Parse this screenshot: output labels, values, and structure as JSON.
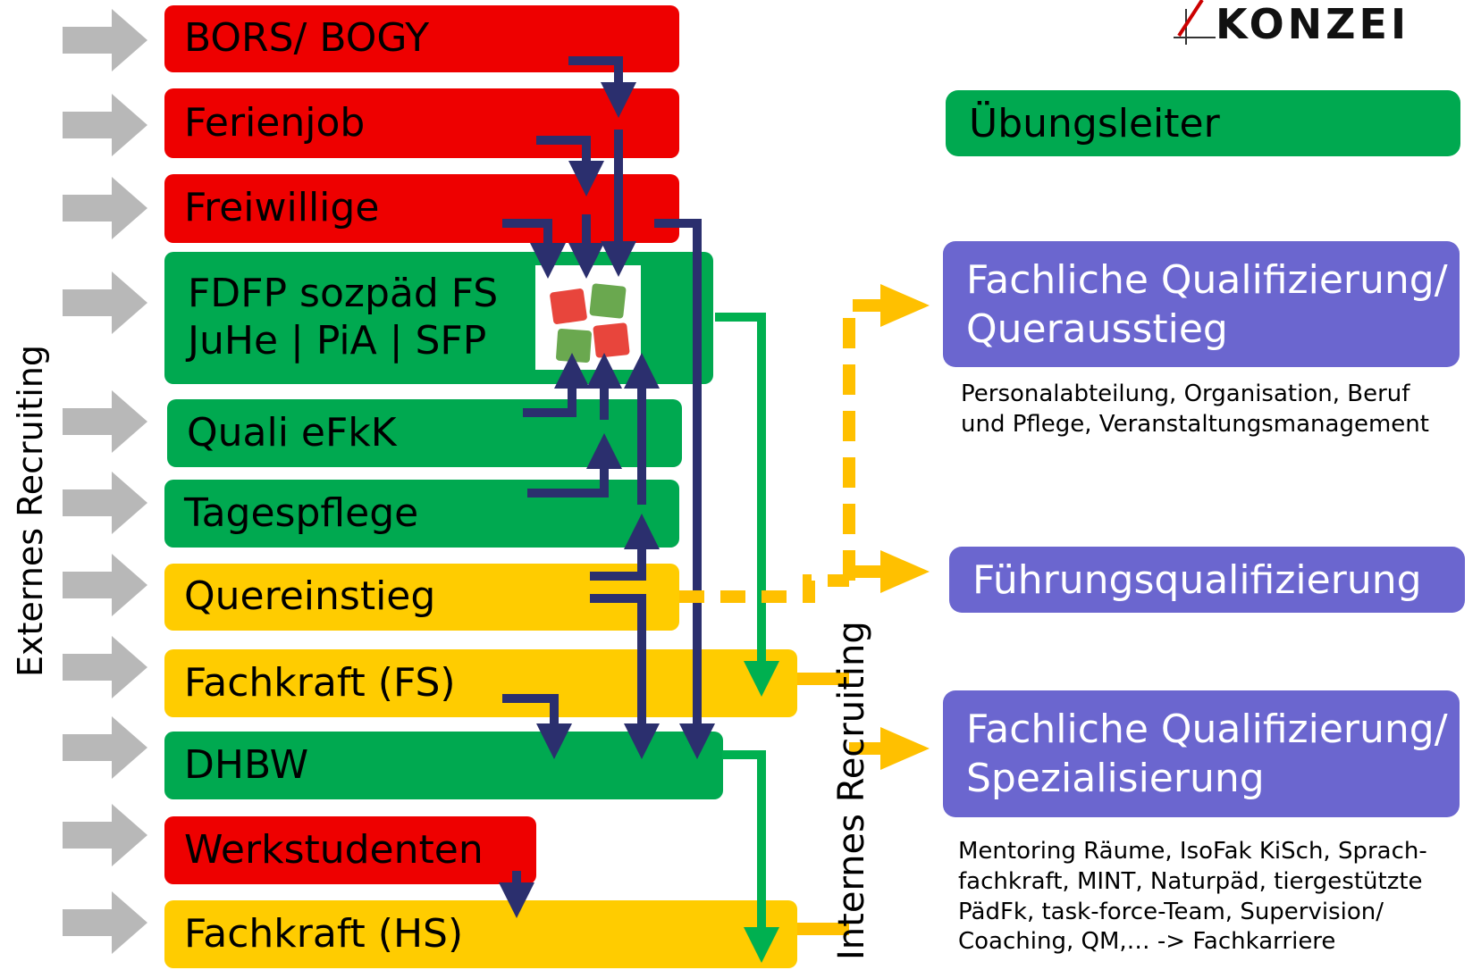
{
  "external_label": "Externes Recruiting",
  "internal_label": "Internes Recruiting",
  "logo_text": "KONZEI",
  "left_boxes": [
    {
      "id": "bors",
      "label": "BORS/ BOGY"
    },
    {
      "id": "ferienjob",
      "label": "Ferienjob"
    },
    {
      "id": "freiwillige",
      "label": "Freiwillige"
    },
    {
      "id": "fdfp",
      "line1": "FDFP sozpäd FS",
      "line2": "JuHe | PiA | SFP"
    },
    {
      "id": "quali",
      "label": "Quali eFkK"
    },
    {
      "id": "tagespflege",
      "label": "Tagespflege"
    },
    {
      "id": "quereinstieg",
      "label": "Quereinstieg"
    },
    {
      "id": "fachkraft_fs",
      "label": "Fachkraft (FS)"
    },
    {
      "id": "dhbw",
      "label": "DHBW"
    },
    {
      "id": "werkstudenten",
      "label": "Werkstudenten"
    },
    {
      "id": "fachkraft_hs",
      "label": "Fachkraft (HS)"
    }
  ],
  "right_boxes": {
    "uebungsleiter": "Übungsleiter",
    "fq_quer_line1": "Fachliche Qualifizierung/",
    "fq_quer_line2": "Querausstieg",
    "fuehrung": "Führungsqualifizierung",
    "fq_spez_line1": "Fachliche Qualifizierung/",
    "fq_spez_line2": "Spezialisierung"
  },
  "notes": {
    "quer_line1": "Personalabteilung, Organisation, Beruf",
    "quer_line2": "und Pflege, Veranstaltungsmanagement",
    "spez_line1": "Mentoring Räume, IsoFak KiSch, Sprach-",
    "spez_line2": "fachkraft, MINT, Naturpäd, tiergestützte",
    "spez_line3": "PädFk, task-force-Team, Supervision/",
    "spez_line4": "Coaching, QM,… -> Fachkarriere"
  },
  "colors": {
    "red": "#ee0000",
    "green": "#00a950",
    "yellow": "#ffcc00",
    "purple": "#6b66cf",
    "navy": "#2b2f6e",
    "gray": "#b8b8b8",
    "arrow_green": "#00b050",
    "arrow_yellow": "#ffc000"
  }
}
